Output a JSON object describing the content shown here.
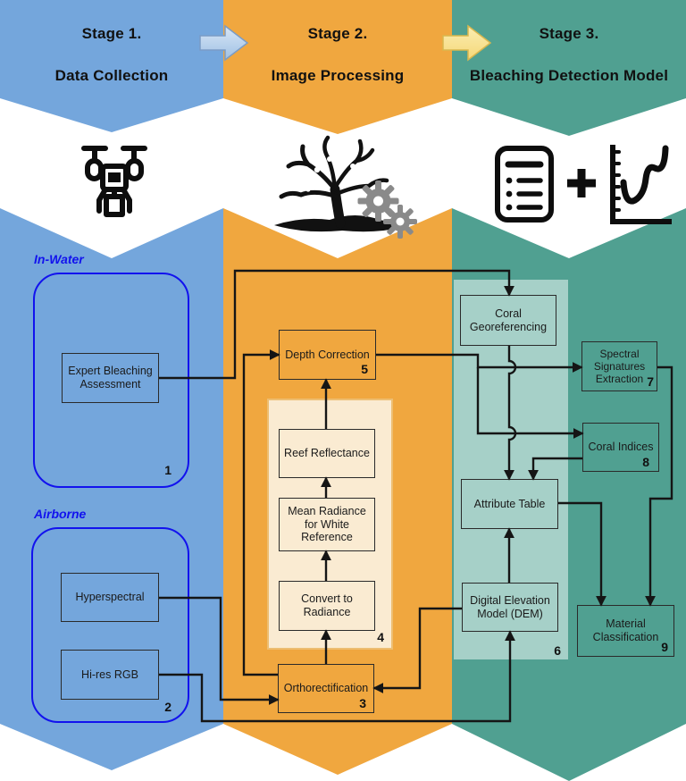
{
  "header": {
    "stages": [
      {
        "title": "Stage 1.",
        "subtitle": "Data Collection"
      },
      {
        "title": "Stage 2.",
        "subtitle": "Image Processing"
      },
      {
        "title": "Stage 3.",
        "subtitle": "Bleaching Detection Model"
      }
    ]
  },
  "stage1": {
    "in_water_label": "In-Water",
    "airborne_label": "Airborne",
    "in_water_number": "1",
    "airborne_number": "2",
    "expert": "Expert Bleaching Assessment",
    "hyperspectral": "Hyperspectral",
    "hires_rgb": "Hi-res RGB"
  },
  "stage2": {
    "depth_correction": "Depth Correction",
    "depth_correction_number": "5",
    "reef_reflectance": "Reef Reflectance",
    "mean_radiance": "Mean Radiance for White Reference",
    "convert_to_radiance": "Convert to Radiance",
    "radiance_group_number": "4",
    "orthorectification": "Orthorectification",
    "orthorectification_number": "3"
  },
  "stage3": {
    "coral_georeferencing": "Coral Georeferencing",
    "spectral_signatures": "Spectral Signatures Extraction",
    "spectral_signatures_number": "7",
    "coral_indices": "Coral Indices",
    "coral_indices_number": "8",
    "attribute_table": "Attribute Table",
    "dem": "Digital Elevation Model (DEM)",
    "dem_group_number": "6",
    "material_classification": "Material Classification",
    "material_classification_number": "9"
  },
  "icons": {
    "stage1": "drone-icon",
    "stage2": "coral-with-gears-icon",
    "stage3a": "attribute-list-icon",
    "plus": "+",
    "stage3b": "spectral-plot-icon"
  },
  "colors": {
    "stage1_blue": "#74A6DC",
    "stage2_orange": "#F0A73F",
    "stage3_teal": "#50A091",
    "radiance_group_fill": "#FAEBD2",
    "dem_group_fill": "#A6D0C8",
    "blue_group_border": "#1212EE",
    "connector": "#151515",
    "arrow1_fill": "#BCD4EF",
    "arrow2_fill": "#F8DF8E"
  }
}
